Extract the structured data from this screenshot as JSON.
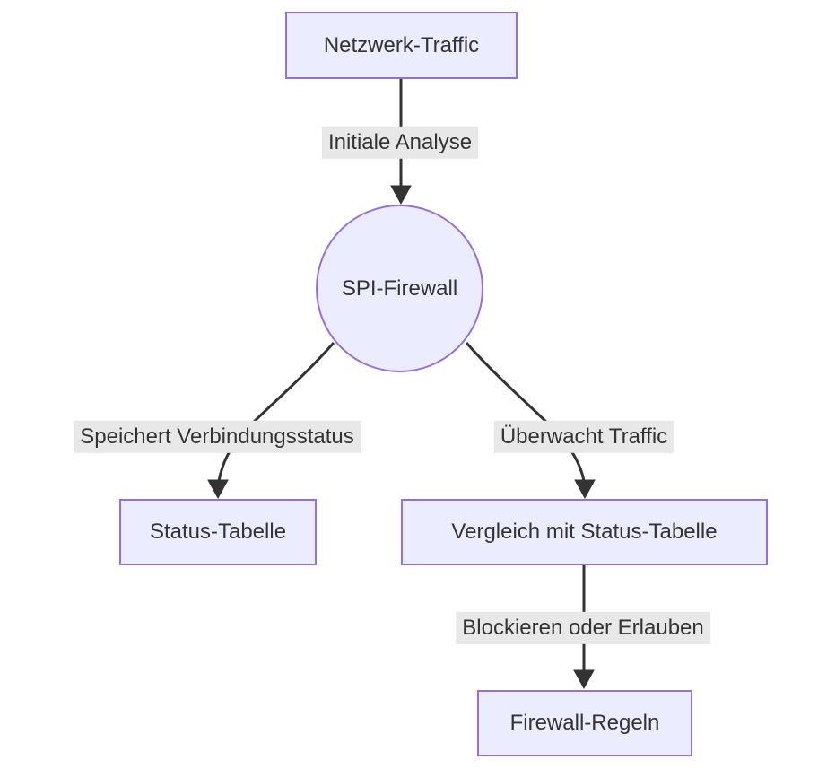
{
  "diagram": {
    "type": "flowchart",
    "background": "#ffffff",
    "colors": {
      "node_fill": "#ECECFF",
      "node_border": "#9370DB",
      "node_text": "#333333",
      "edge_stroke": "#333333",
      "edge_label_bg": "#e8e8e8",
      "edge_label_text": "#333333"
    },
    "nodes": {
      "netzwerk_traffic": {
        "label": "Netzwerk-Traffic",
        "shape": "rect"
      },
      "spi_firewall": {
        "label": "SPI-Firewall",
        "shape": "circle"
      },
      "status_tabelle": {
        "label": "Status-Tabelle",
        "shape": "rect"
      },
      "vergleich": {
        "label": "Vergleich mit Status-Tabelle",
        "shape": "rect"
      },
      "firewall_regeln": {
        "label": "Firewall-Regeln",
        "shape": "rect"
      }
    },
    "edges": [
      {
        "from": "netzwerk_traffic",
        "to": "spi_firewall",
        "label": "Initiale Analyse"
      },
      {
        "from": "spi_firewall",
        "to": "status_tabelle",
        "label": "Speichert Verbindungsstatus"
      },
      {
        "from": "spi_firewall",
        "to": "vergleich",
        "label": "Überwacht Traffic"
      },
      {
        "from": "vergleich",
        "to": "firewall_regeln",
        "label": "Blockieren oder Erlauben"
      }
    ]
  }
}
